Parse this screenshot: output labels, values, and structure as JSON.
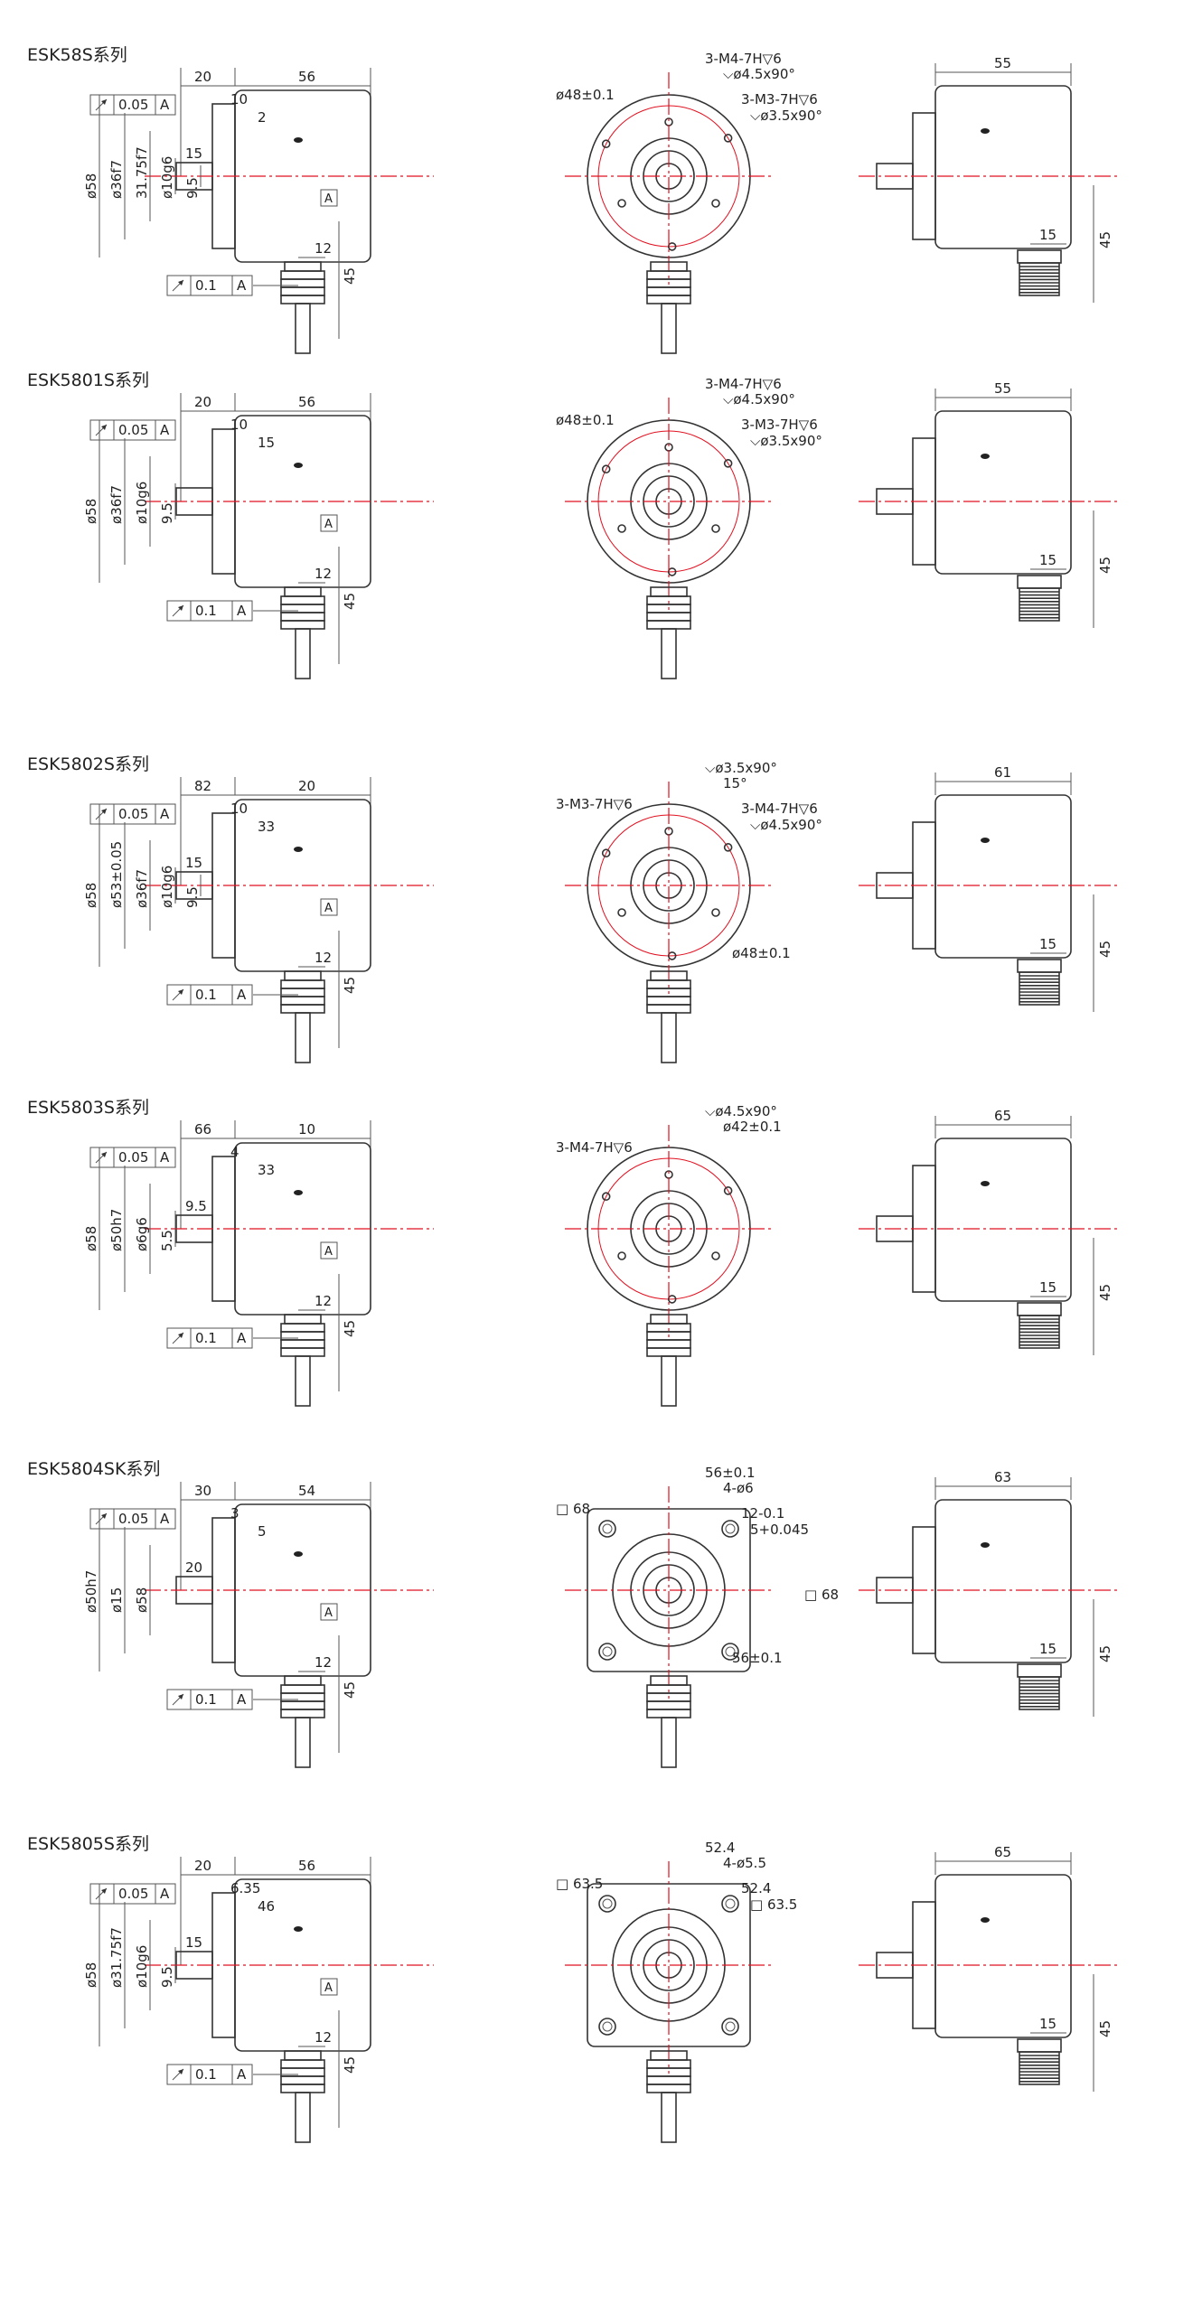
{
  "colors": {
    "outline": "#333333",
    "centerline": "#e01020",
    "background": "#ffffff"
  },
  "models": [
    {
      "title": "ESK58S系列",
      "side_dims": [
        "20",
        "56",
        "10",
        "2",
        "15",
        "12",
        "45"
      ],
      "diameters": [
        "ø58",
        "ø36f7",
        "31.75f7",
        "ø10g6",
        "9.5"
      ],
      "tolerance_top": "0.05",
      "tolerance_bottom": "0.1",
      "datum": "A",
      "front_dims": [
        "ø48±0.1",
        "3-M4-7H▽6",
        "⌵ø4.5x90°",
        "3-M3-7H▽6",
        "⌵ø3.5x90°"
      ],
      "rear_dims": [
        "55",
        "15",
        "45"
      ]
    },
    {
      "title": "ESK5801S系列",
      "side_dims": [
        "20",
        "56",
        "10",
        "15",
        "12",
        "45"
      ],
      "diameters": [
        "ø58",
        "ø36f7",
        "ø10g6",
        "9.5"
      ],
      "tolerance_top": "0.05",
      "tolerance_bottom": "0.1",
      "datum": "A",
      "front_dims": [
        "ø48±0.1",
        "3-M4-7H▽6",
        "⌵ø4.5x90°",
        "3-M3-7H▽6",
        "⌵ø3.5x90°"
      ],
      "rear_dims": [
        "55",
        "15",
        "45"
      ]
    },
    {
      "title": "ESK5802S系列",
      "side_dims": [
        "82",
        "20",
        "10",
        "33",
        "15",
        "12",
        "45"
      ],
      "diameters": [
        "ø58",
        "ø53±0.05",
        "ø36f7",
        "ø10g6",
        "9.5"
      ],
      "tolerance_top": "0.05",
      "tolerance_bottom": "0.1",
      "datum": "A",
      "front_dims": [
        "3-M3-7H▽6",
        "⌵ø3.5x90°",
        "15°",
        "3-M4-7H▽6",
        "⌵ø4.5x90°",
        "ø48±0.1"
      ],
      "rear_dims": [
        "61",
        "15",
        "45"
      ]
    },
    {
      "title": "ESK5803S系列",
      "side_dims": [
        "66",
        "10",
        "4",
        "33",
        "9.5",
        "12",
        "45"
      ],
      "diameters": [
        "ø58",
        "ø50h7",
        "ø6g6",
        "5.5"
      ],
      "tolerance_top": "0.05",
      "tolerance_bottom": "0.1",
      "datum": "A",
      "front_dims": [
        "3-M4-7H▽6",
        "⌵ø4.5x90°",
        "ø42±0.1"
      ],
      "rear_dims": [
        "65",
        "15",
        "45"
      ]
    },
    {
      "title": "ESK5804SK系列",
      "side_dims": [
        "30",
        "54",
        "3",
        "5",
        "20",
        "12",
        "45"
      ],
      "diameters": [
        "ø50h7",
        "ø15",
        "ø58"
      ],
      "tolerance_top": "0.05",
      "tolerance_bottom": "0.1",
      "datum": "A",
      "front_dims": [
        "□ 68",
        "56±0.1",
        "4-ø6",
        "12-0.1",
        "5+0.045",
        "56±0.1",
        "□ 68"
      ],
      "rear_dims": [
        "63",
        "15",
        "45"
      ]
    },
    {
      "title": "ESK5805S系列",
      "side_dims": [
        "20",
        "56",
        "6.35",
        "46",
        "15",
        "12",
        "45"
      ],
      "diameters": [
        "ø58",
        "ø31.75f7",
        "ø10g6",
        "9.5"
      ],
      "tolerance_top": "0.05",
      "tolerance_bottom": "0.1",
      "datum": "A",
      "front_dims": [
        "□ 63.5",
        "52.4",
        "4-ø5.5",
        "52.4",
        "□ 63.5"
      ],
      "rear_dims": [
        "65",
        "15",
        "45"
      ]
    }
  ]
}
